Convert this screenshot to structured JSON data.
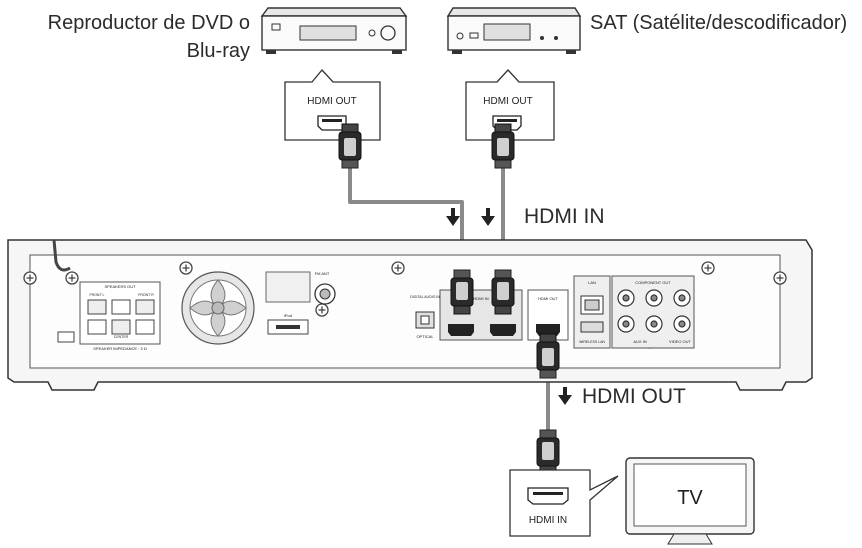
{
  "labels": {
    "dvd_line1": "Reproductor de DVD o",
    "dvd_line2": "Blu-ray",
    "sat": "SAT (Satélite/descodificador)",
    "hdmi_in_main": "HDMI IN",
    "hdmi_out_main": "HDMI OUT",
    "dvd_port": "HDMI OUT",
    "sat_port": "HDMI OUT",
    "tv_port": "HDMI IN",
    "tv": "TV"
  },
  "rear_panel": {
    "speakers_out": "SPEAKERS OUT",
    "front_l": "FRONT L",
    "front_r": "FRONT R",
    "center": "CENTER",
    "impedance": "SPEAKER IMPEDANCE : 3 Ω",
    "fm_ant": "FM ANT",
    "ipod": "iPod",
    "digital_audio_in": "DIGITAL AUDIO IN",
    "optical": "OPTICAL",
    "hdmi_in": "HDMI IN",
    "hdmi_out": "HDMI OUT",
    "lan": "LAN",
    "wireless_lan": "WIRELESS LAN",
    "component_out": "COMPONENT OUT",
    "aux_in": "AUX IN",
    "video_out": "VIDEO OUT"
  },
  "colors": {
    "outline": "#3a3a3a",
    "cable": "#8a8a8a",
    "panel_fill": "#e6e6e6",
    "connector_dark": "#1e1e1e"
  },
  "icons": [
    "down-arrow-icon",
    "hdmi-port-icon",
    "hdmi-plug-icon",
    "screw-icon",
    "fan-icon",
    "rca-jack-icon",
    "tv-icon"
  ]
}
